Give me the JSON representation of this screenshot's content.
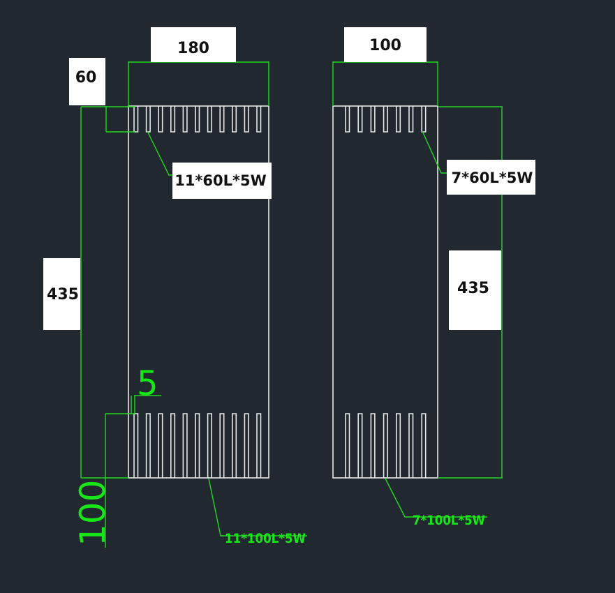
{
  "colors": {
    "background": "#212830",
    "outline": "#e8e8e8",
    "dimension": "#22d822",
    "dimension_text": "#19e619",
    "label_box": "#ffffff",
    "label_text": "#111111"
  },
  "left_part": {
    "width_label": "180",
    "slot_length_label": "60",
    "height_label": "435",
    "top_slots_count": 11,
    "bottom_slots_count": 11,
    "top_slot_note": "11*60L*5W",
    "slot_width_label": "5",
    "bottom_margin_label": "100",
    "bottom_slot_note": "11*100L*5W"
  },
  "right_part": {
    "width_label": "100",
    "height_label": "435",
    "top_slots_count": 7,
    "bottom_slots_count": 7,
    "top_slot_note": "7*60L*5W",
    "bottom_slot_note": "7*100L*5W"
  }
}
